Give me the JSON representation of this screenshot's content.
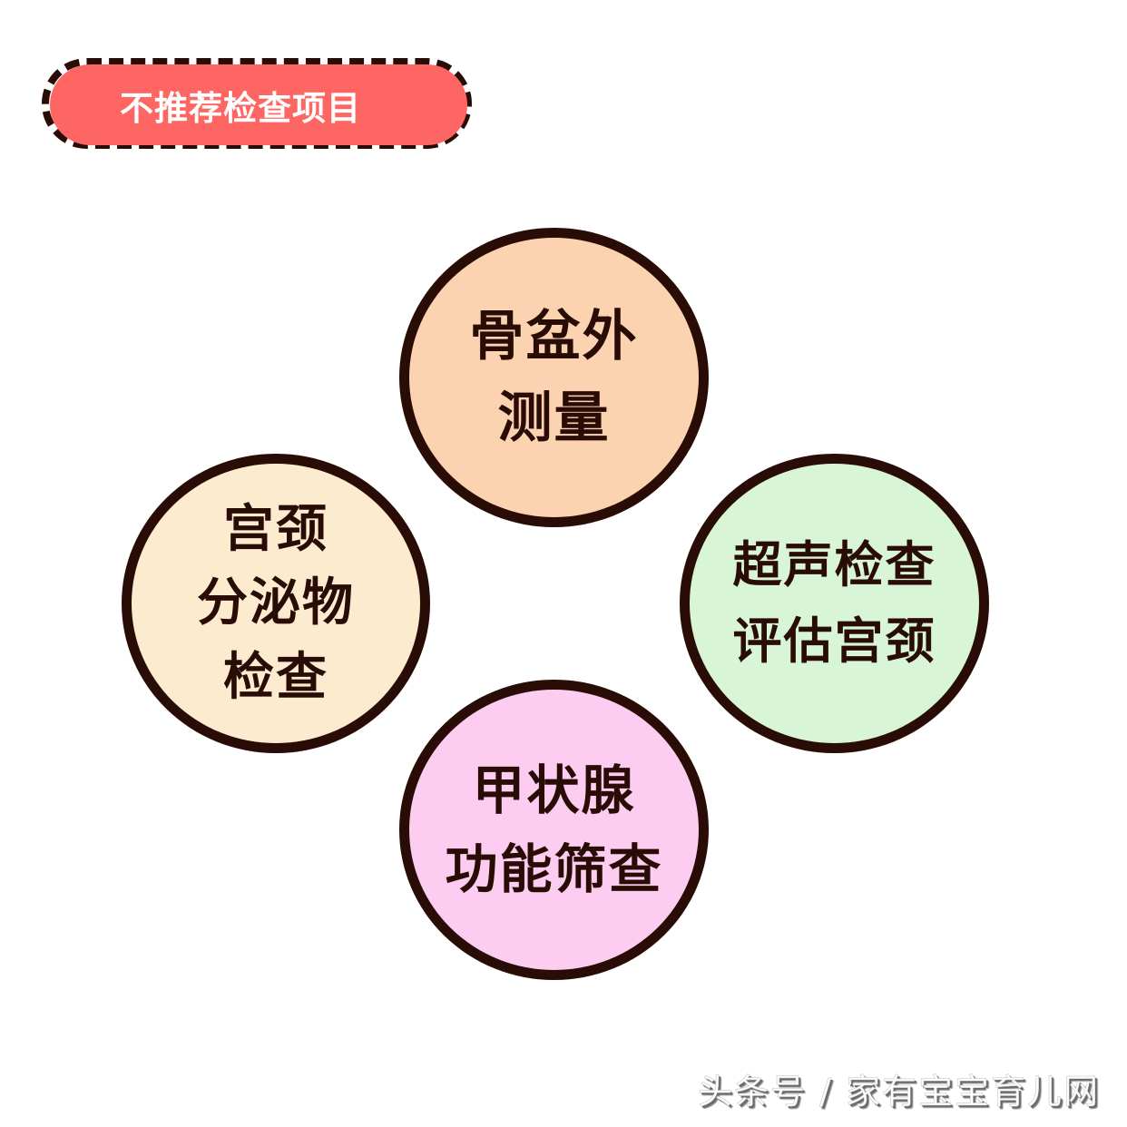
{
  "title_banner": {
    "text": "不推荐检查项目",
    "fill_color": "#fe6664",
    "outline_color": "#2a0c06",
    "text_color": "#ffffff"
  },
  "bubbles": [
    {
      "position": "top",
      "lines": [
        "骨盆外",
        "测量"
      ],
      "fill_color": "#fbd3b1"
    },
    {
      "position": "left",
      "lines": [
        "宫颈",
        "分泌物",
        "检查"
      ],
      "fill_color": "#fdebd0"
    },
    {
      "position": "right",
      "lines": [
        "超声检查",
        "评估宫颈"
      ],
      "fill_color": "#d8f5d6"
    },
    {
      "position": "bottom",
      "lines": [
        "甲状腺",
        "功能筛查"
      ],
      "fill_color": "#fdccf1"
    }
  ],
  "border_color": "#2a0c06",
  "text_color": "#2a0c06",
  "watermark": {
    "text": "头条号 / 家有宝宝育儿网"
  }
}
